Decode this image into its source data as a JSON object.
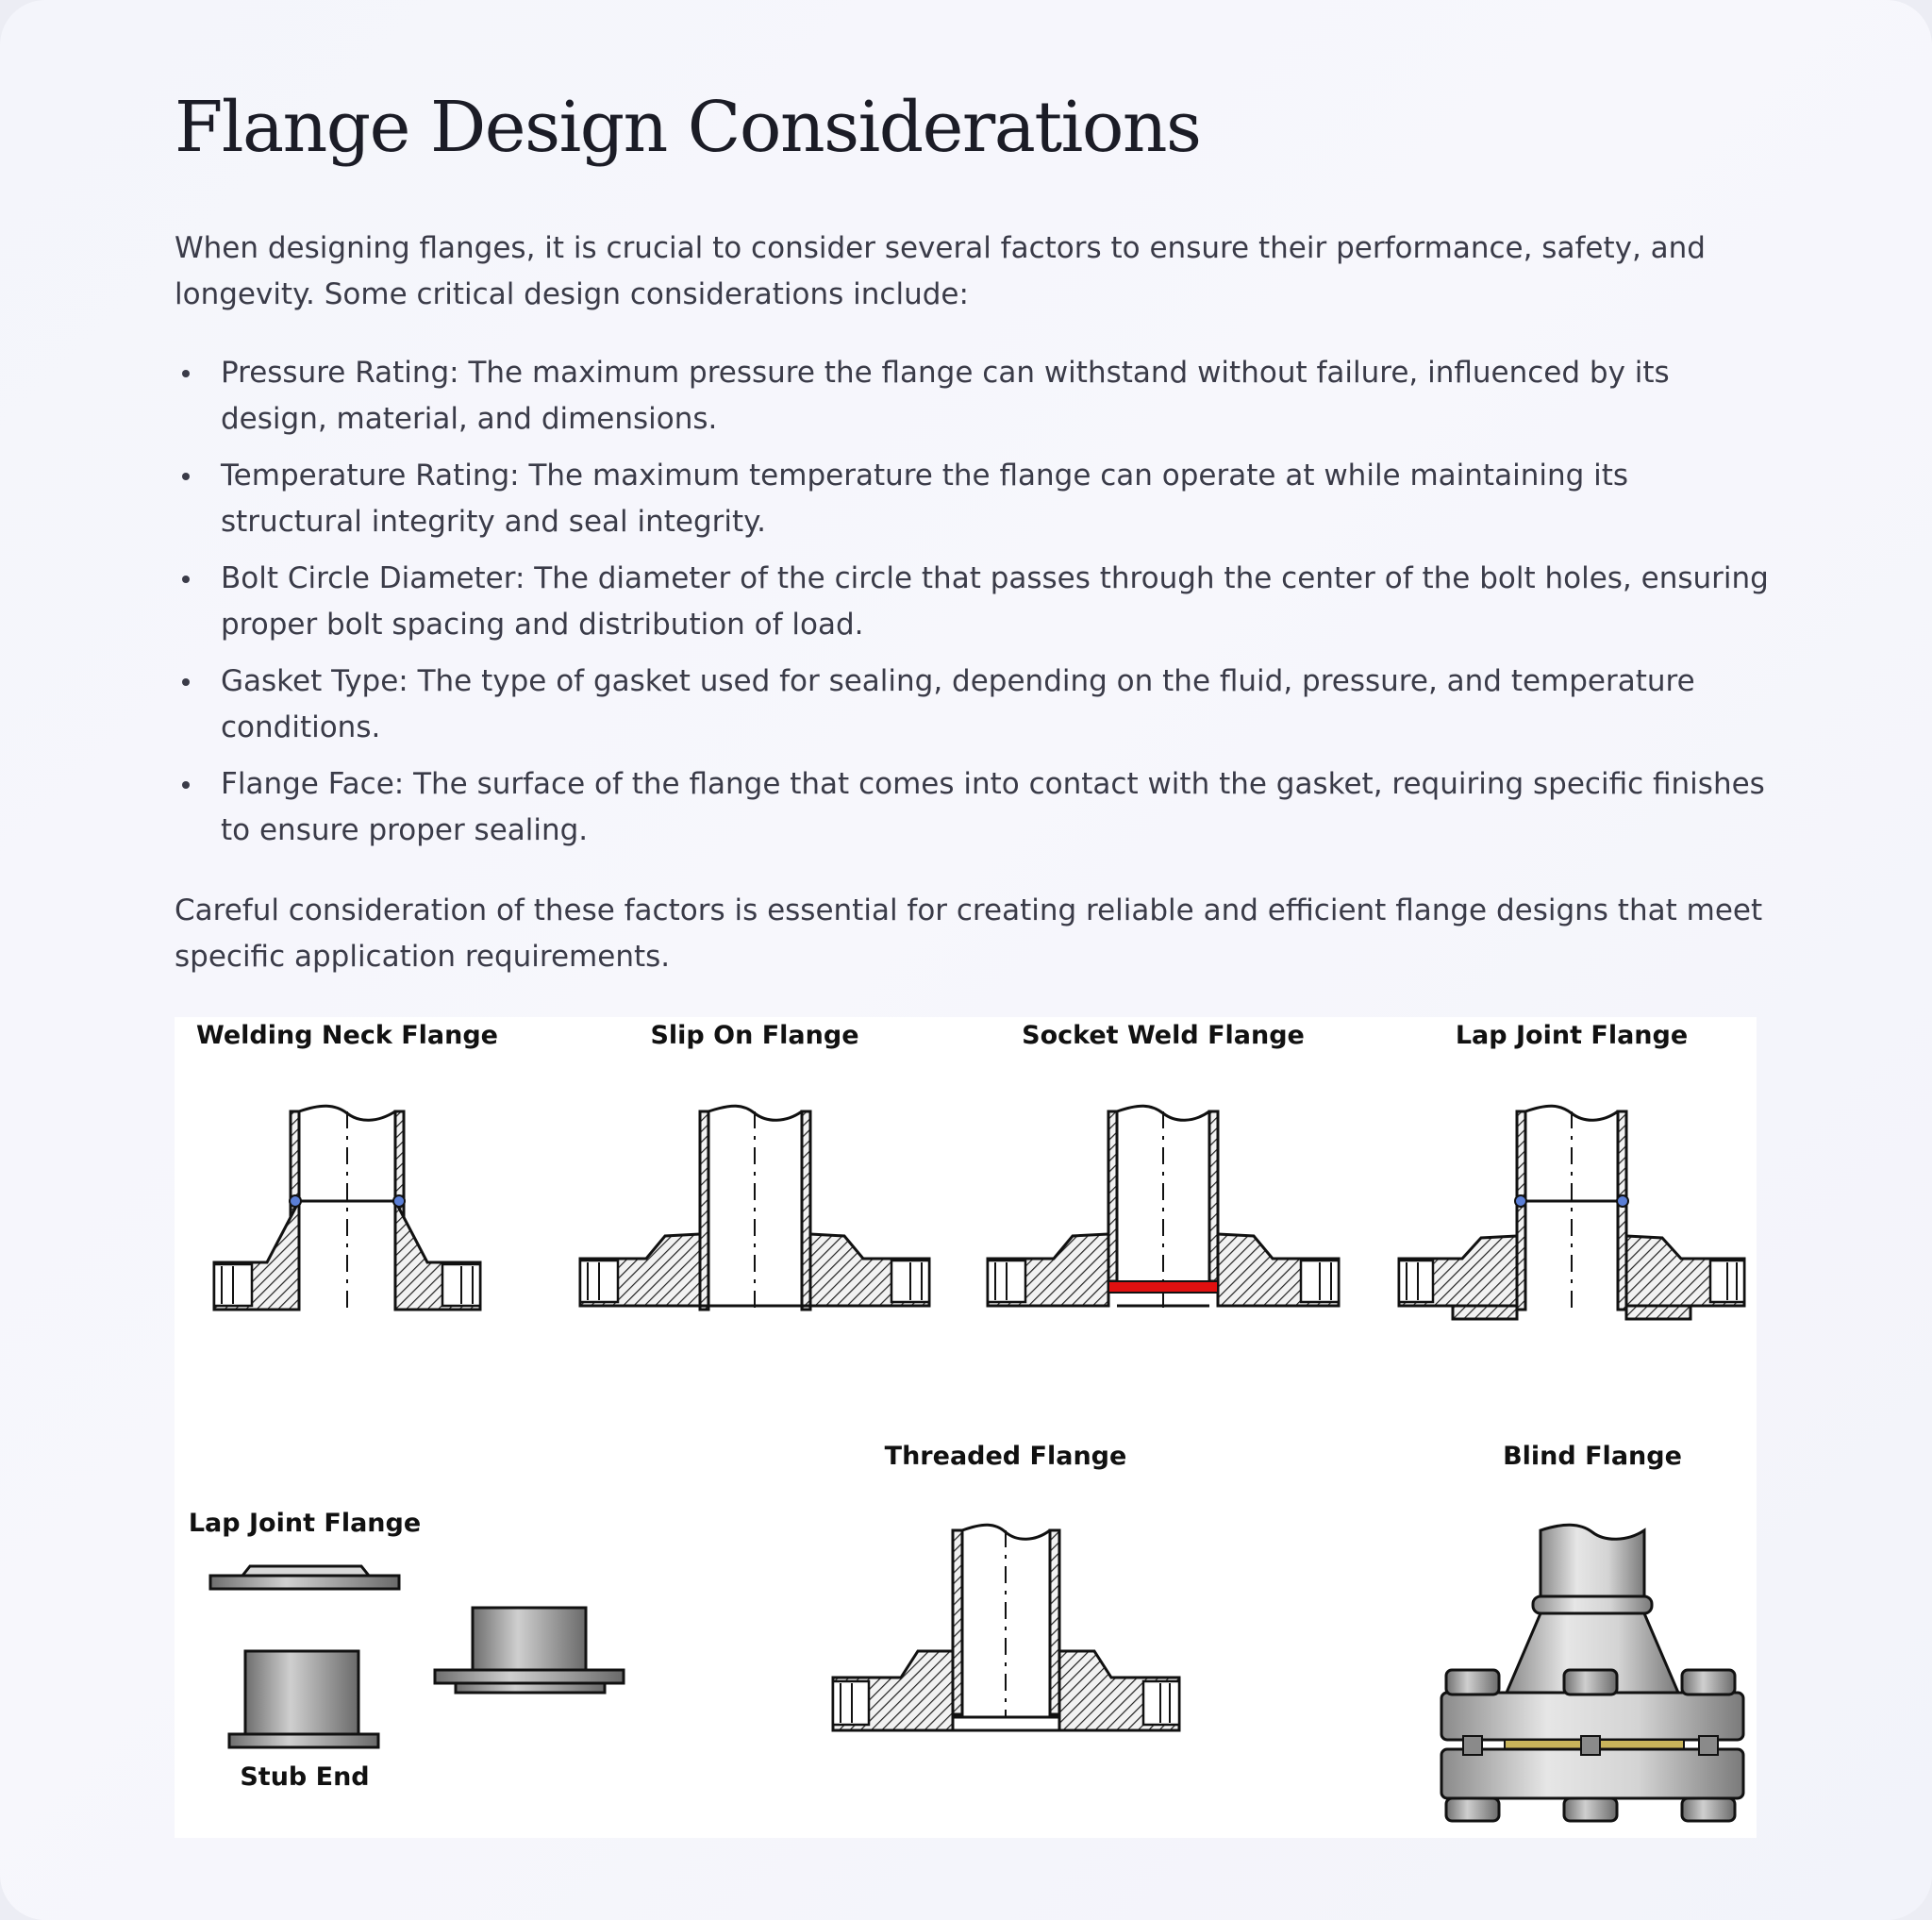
{
  "title": "Flange Design Considerations",
  "intro": "When designing flanges, it is crucial to consider several factors to ensure their performance, safety, and longevity. Some critical design considerations include:",
  "bullets": [
    "Pressure Rating: The maximum pressure the flange can withstand without failure, influenced by its design, material, and dimensions.",
    "Temperature Rating: The maximum temperature the flange can operate at while maintaining its structural integrity and seal integrity.",
    "Bolt Circle Diameter: The diameter of the circle that passes through the center of the bolt holes, ensuring proper bolt spacing and distribution of load.",
    "Gasket Type: The type of gasket used for sealing, depending on the fluid, pressure, and temperature conditions.",
    "Flange Face: The surface of the flange that comes into contact with the gasket, requiring specific finishes to ensure proper sealing."
  ],
  "conclusion": "Careful consideration of these factors is essential for creating reliable and efficient flange designs that meet specific application requirements.",
  "figure": {
    "labels": {
      "welding_neck": "Welding Neck Flange",
      "slip_on": "Slip On Flange",
      "socket_weld": "Socket Weld Flange",
      "lap_joint_top": "Lap Joint Flange",
      "lap_joint_bottom": "Lap Joint Flange",
      "stub_end": "Stub End",
      "threaded": "Threaded Flange",
      "blind": "Blind Flange"
    },
    "colors": {
      "weld": "#5b7fd6",
      "socket_gasket": "#e01010",
      "blind_gasket": "#c8b45a",
      "outline": "#111111"
    }
  }
}
